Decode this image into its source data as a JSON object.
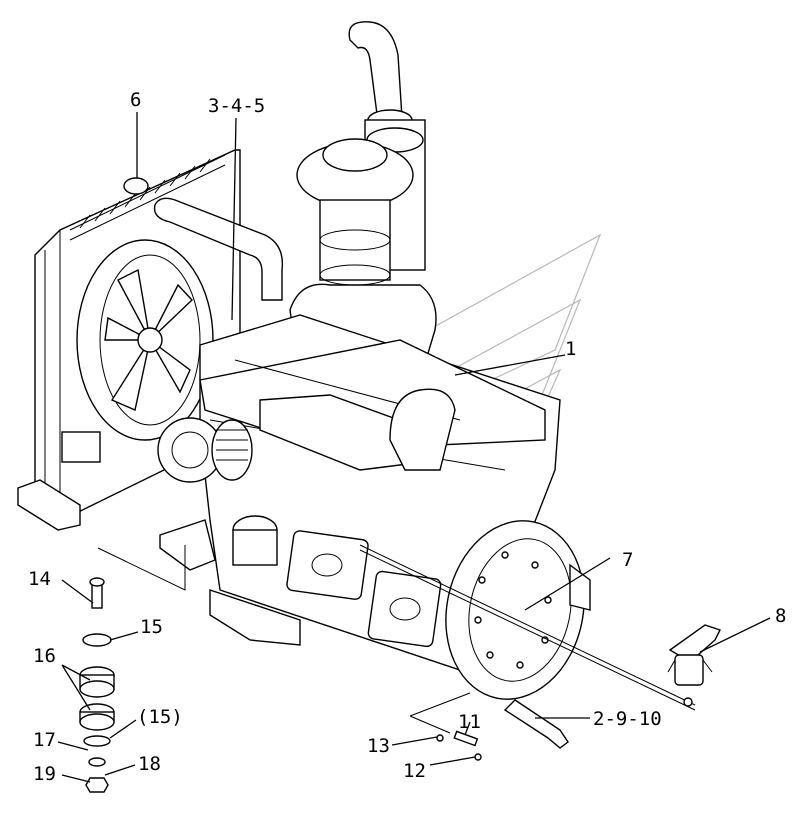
{
  "callouts": [
    {
      "id": "c6",
      "text": "6"
    },
    {
      "id": "c345",
      "text": "3-4-5"
    },
    {
      "id": "c1",
      "text": "1"
    },
    {
      "id": "c7",
      "text": "7"
    },
    {
      "id": "c8",
      "text": "8"
    },
    {
      "id": "c14",
      "text": "14"
    },
    {
      "id": "c15",
      "text": "15"
    },
    {
      "id": "c16",
      "text": "16"
    },
    {
      "id": "c15b",
      "text": "(15)"
    },
    {
      "id": "c17",
      "text": "17"
    },
    {
      "id": "c18",
      "text": "18"
    },
    {
      "id": "c19",
      "text": "19"
    },
    {
      "id": "c11",
      "text": "11"
    },
    {
      "id": "c13",
      "text": "13"
    },
    {
      "id": "c12",
      "text": "12"
    },
    {
      "id": "c2910",
      "text": "2-9-10"
    }
  ]
}
